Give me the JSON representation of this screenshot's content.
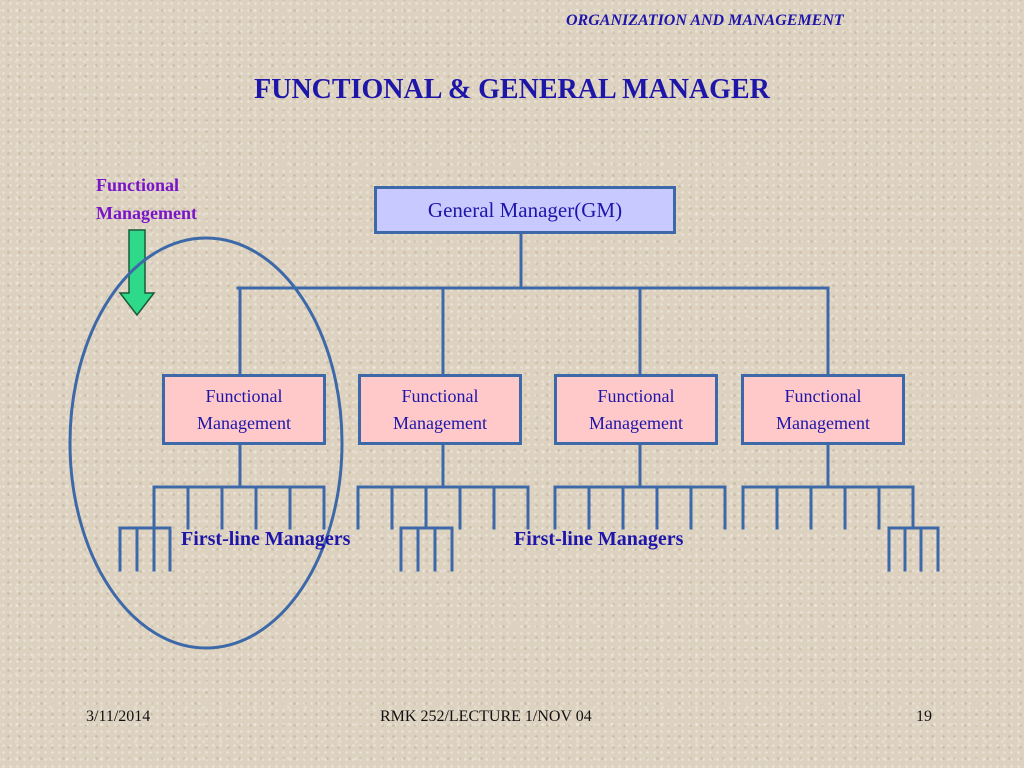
{
  "header": {
    "text": "ORGANIZATION AND MANAGEMENT"
  },
  "title": "FUNCTIONAL & GENERAL MANAGER",
  "side_label": {
    "line1": "Functional",
    "line2": "Management"
  },
  "gm_box": {
    "label": "General Manager(GM)"
  },
  "functional_boxes": [
    {
      "line1": "Functional",
      "line2": "Management"
    },
    {
      "line1": "Functional",
      "line2": "Management"
    },
    {
      "line1": "Functional",
      "line2": "Management"
    },
    {
      "line1": "Functional",
      "line2": "Management"
    }
  ],
  "first_line_labels": [
    "First-line Managers",
    "First-line Managers"
  ],
  "footer": {
    "date": "3/11/2014",
    "center": "RMK 252/LECTURE 1/NOV 04",
    "page": "19"
  },
  "colors": {
    "text_blue": "#1e16a8",
    "label_purple": "#7a14c8",
    "line_blue": "#3e69a8",
    "gm_fill": "#c8caff",
    "fm_fill": "#ffc9c9",
    "arrow_green": "#2fd98a"
  }
}
